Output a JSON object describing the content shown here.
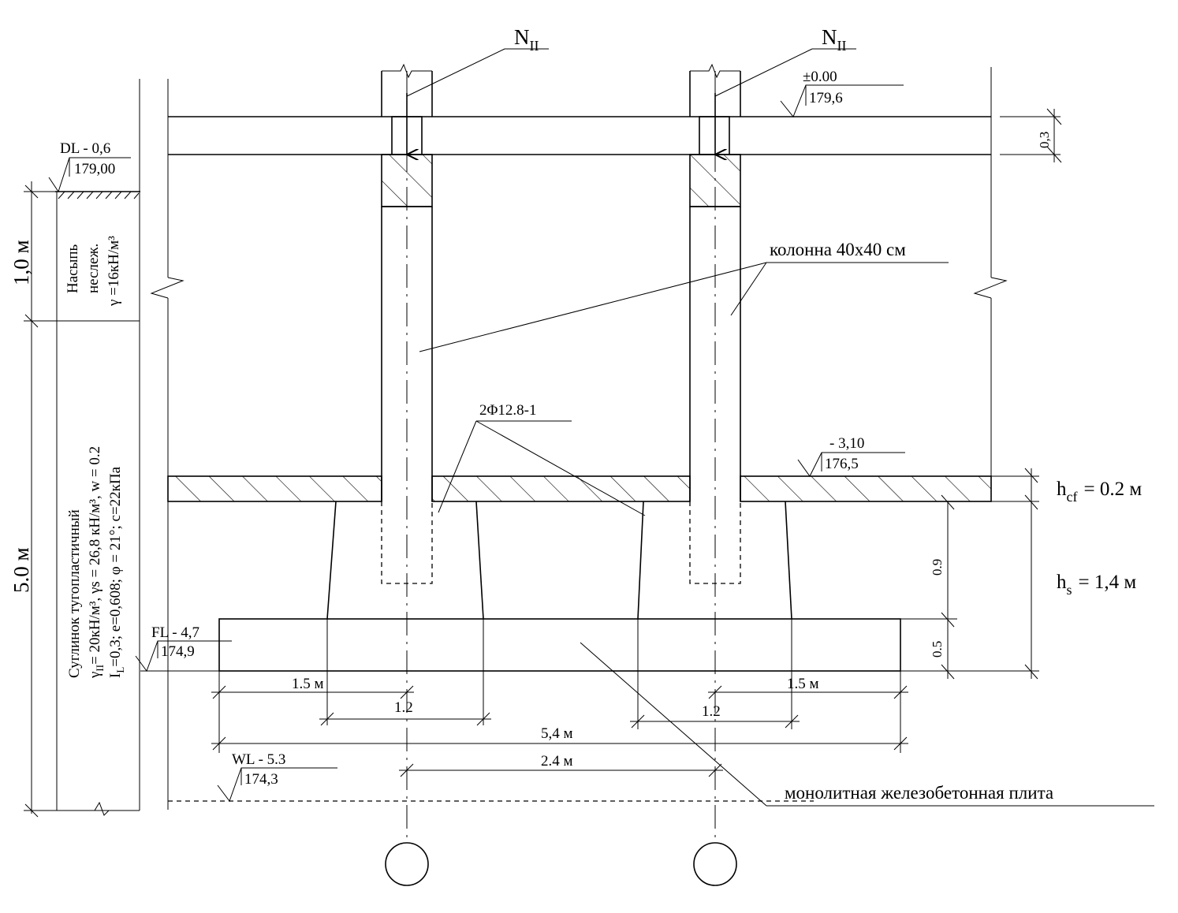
{
  "load": {
    "symbol": "N",
    "subscript": "II"
  },
  "levels": {
    "zero": {
      "mark": "±0.00",
      "elevation": "179,6"
    },
    "dl": {
      "mark": "DL - 0,6",
      "elevation": "179,00"
    },
    "floor": {
      "mark": "- 3,10",
      "elevation": "176,5"
    },
    "fl": {
      "mark": "FL - 4,7",
      "elevation": "174,9"
    },
    "wl": {
      "mark": "WL - 5.3",
      "elevation": "174,3"
    }
  },
  "dimensions": {
    "slab_thickness": "0,3",
    "layer1_height": "1,0 м",
    "layer2_height": "5.0 м",
    "hcf": {
      "symbol": "h",
      "sub": "cf",
      "value": "= 0.2 м"
    },
    "hs": {
      "symbol": "h",
      "sub": "s",
      "value": "= 1,4 м"
    },
    "upper_part": "0.9",
    "plate_thickness": "0.5",
    "overhang_left": "1.5 м",
    "overhang_right": "1.5 м",
    "pedestal_left": "1.2",
    "pedestal_right": "1.2",
    "plate_width": "5,4 м",
    "column_spacing": "2.4 м"
  },
  "labels": {
    "column": "колонна 40х40 см",
    "rebar": "2Φ12.8-1",
    "plate": "монолитная железобетонная плита"
  },
  "soil": {
    "layer1_lines": [
      "Насыпь",
      "неслеж.",
      "γ =16кН/м³"
    ],
    "layer2_line1": "Суглинок тугопластичный",
    "layer2_line2": "γ",
    "layer2_line2_sub": "II",
    "layer2_line2_rest": "= 20кН/м³, γs = 26,8 кН/м³, w = 0.2",
    "layer2_line3": "I",
    "layer2_line3_sub": "L",
    "layer2_line3_rest": "=0,3; e=0,608;  φ = 21°; c=22кПа"
  }
}
